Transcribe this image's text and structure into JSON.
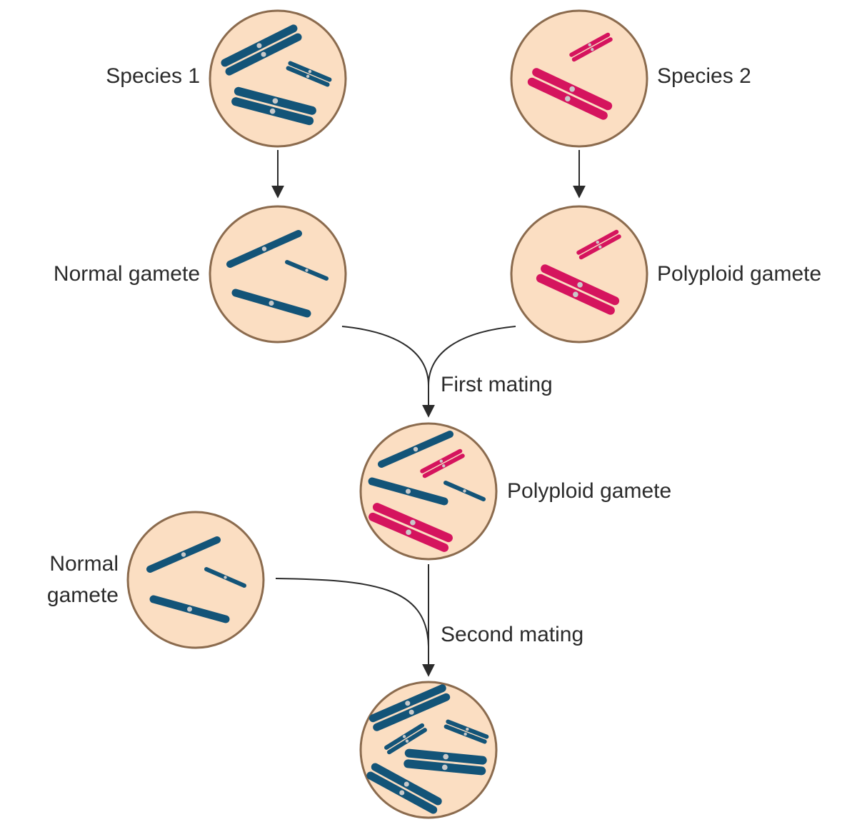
{
  "colors": {
    "blue": "#135478",
    "pink": "#d5145e",
    "cell_fill": "#fbdec2",
    "cell_stroke": "#8b6b4e",
    "centromere": "#c9c9c9",
    "text": "#2b2b2b"
  },
  "labels": {
    "species1": "Species 1",
    "species2": "Species 2",
    "normal_gamete_top": "Normal gamete",
    "polyploid_gamete_top": "Polyploid gamete",
    "first_mating": "First mating",
    "polyploid_gamete_mid": "Polyploid gamete",
    "normal_gamete_bottom_line1": "Normal",
    "normal_gamete_bottom_line2": "gamete",
    "second_mating": "Second mating"
  }
}
